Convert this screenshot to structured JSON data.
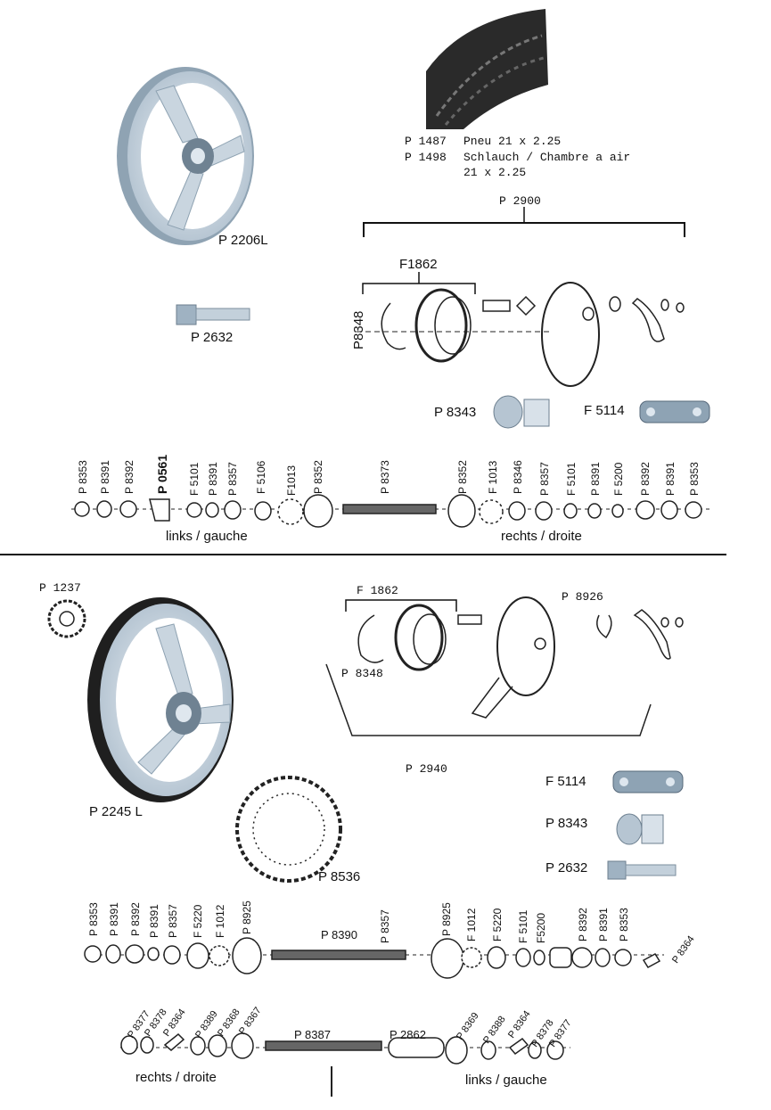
{
  "top": {
    "front_wheel": "P 2206L",
    "bolt": "P 2632",
    "tyre_line1_code": "P 1487",
    "tyre_line1_text": "Pneu 21 x 2.25",
    "tyre_line2_code": "P 1498",
    "tyre_line2_text": "Schlauch / Chambre a air",
    "tyre_line3_text": "21 x 2.25",
    "brake_assembly": "P 2900",
    "brake_shoes": "F1862",
    "spring": "P8348",
    "nut": "P 8343",
    "link": "F 5114",
    "axle_parts": [
      "P 8353",
      "P 8391",
      "P 8392",
      "P 0561",
      "F 5101",
      "P 8391",
      "P 8357",
      "F 5106",
      "F1013",
      "P 8352",
      "P 8373",
      "P 8352",
      "F 1013",
      "P 8346",
      "P 8357",
      "F 5101",
      "P 8391",
      "F 5200",
      "P 8392",
      "P 8391",
      "P 8353"
    ],
    "left_side": "links / gauche",
    "right_side": "rechts / droite"
  },
  "bottom": {
    "sprocket_small": "P 1237",
    "rear_wheel": "P 2245 L",
    "brake_shoes": "F 1862",
    "spring": "P 8348",
    "spring2": "P 8926",
    "brake_assembly": "P 2940",
    "link": "F 5114",
    "nut": "P 8343",
    "bolt": "P 2632",
    "sprocket_big": "P 8536",
    "axle_parts": [
      "P 8353",
      "P 8391",
      "P 8392",
      "P 8391",
      "P 8357",
      "F 5220",
      "F 1012",
      "P 8925",
      "P 8357",
      "P 8925",
      "F 1012",
      "F 5220",
      "F 5101",
      "F5200",
      "P 8392",
      "P 8391",
      "P 8353"
    ],
    "axle": "P 8390",
    "clip": "P 8364",
    "lower_left_parts": [
      "P 8377",
      "P 8378",
      "P 8364",
      "P 8389",
      "P 8368",
      "P 8367"
    ],
    "lower_axle": "P 8387",
    "spacer": "P 2862",
    "lower_right_parts": [
      "P 8369",
      "P 8388",
      "P 8364",
      "P 8378",
      "P 8377"
    ],
    "right_side": "rechts / droite",
    "left_side": "links / gauche"
  }
}
